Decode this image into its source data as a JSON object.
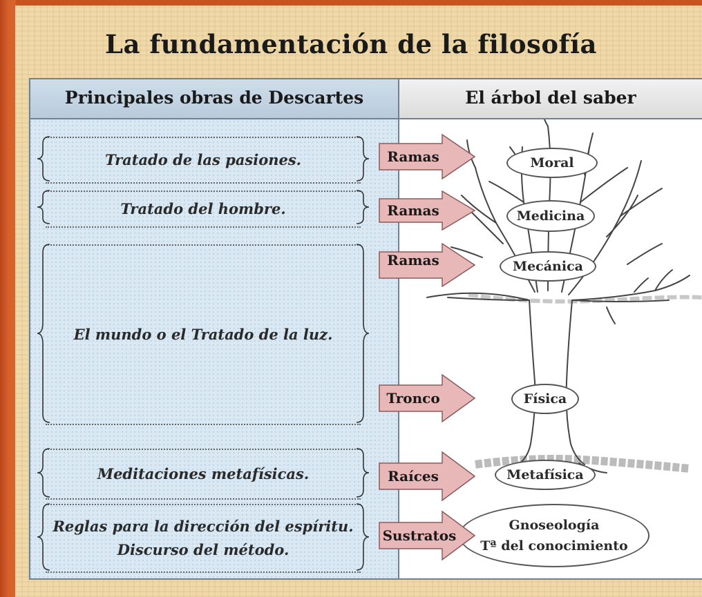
{
  "title": "La fundamentación de la filosofía",
  "headers": {
    "left": "Principales obras de Descartes",
    "right": "El árbol del saber"
  },
  "works": [
    {
      "lines": [
        "Tratado de las pasiones."
      ]
    },
    {
      "lines": [
        "Tratado del hombre."
      ]
    },
    {
      "lines": [
        "El mundo o el Tratado de la luz."
      ]
    },
    {
      "lines": [
        "Meditaciones metafísicas."
      ]
    },
    {
      "lines": [
        "Reglas para la dirección del espíritu.",
        "Discurso del método."
      ]
    }
  ],
  "arrows": [
    "Ramas",
    "Ramas",
    "Ramas",
    "Tronco",
    "Raíces",
    "Sustratos"
  ],
  "nodes": {
    "moral": "Moral",
    "medicina": "Medicina",
    "mecanica": "Mecánica",
    "fisica": "Física",
    "metafisica": "Metafísica",
    "gnoseologia_line1": "Gnoseología",
    "gnoseologia_line2": "Tª del conocimiento"
  },
  "colors": {
    "arrow_fill": "#e8b7b7",
    "arrow_stroke": "#8a5a5a",
    "left_column": "#d9e8f3",
    "panel": "#efd9a8",
    "frame": "#c9521f"
  }
}
